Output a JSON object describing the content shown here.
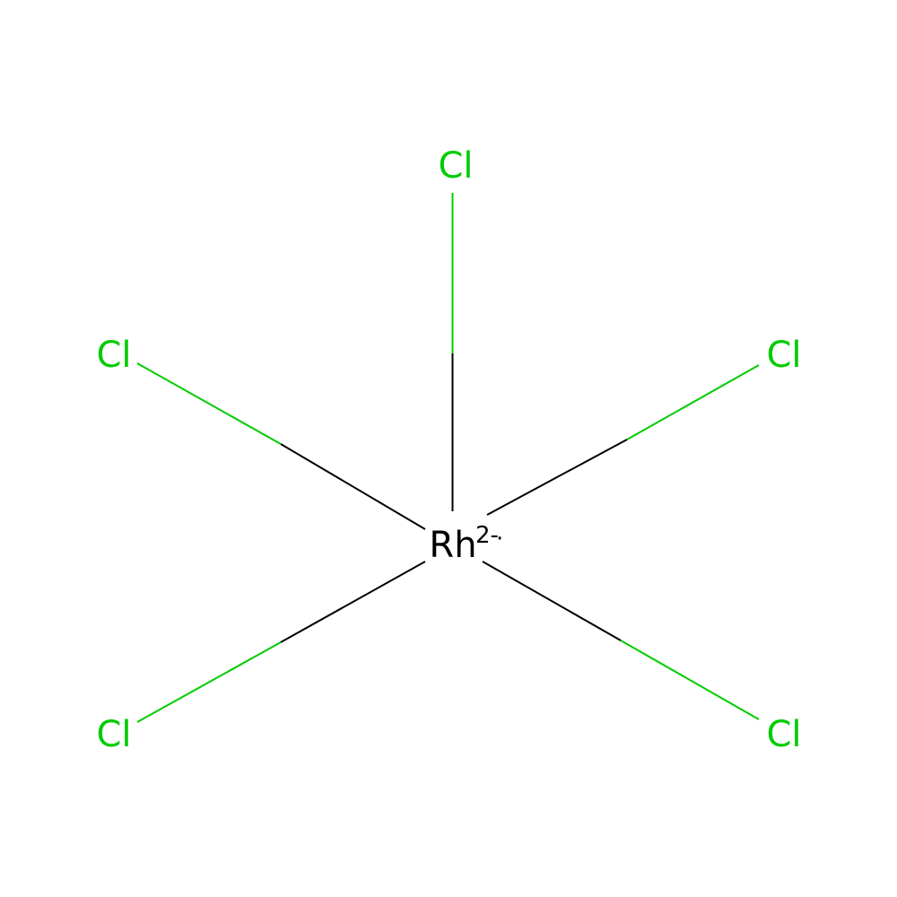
{
  "molecule": {
    "center_atom": {
      "symbol": "Rh",
      "charge": "2-",
      "radical": "·",
      "color": "#000000"
    },
    "ligands": [
      {
        "id": "cl-top",
        "symbol": "Cl",
        "color": "#00CC00"
      },
      {
        "id": "cl-upper-left",
        "symbol": "Cl",
        "color": "#00CC00"
      },
      {
        "id": "cl-upper-right",
        "symbol": "Cl",
        "color": "#00CC00"
      },
      {
        "id": "cl-lower-left",
        "symbol": "Cl",
        "color": "#00CC00"
      },
      {
        "id": "cl-lower-right",
        "symbol": "Cl",
        "color": "#00CC00"
      }
    ],
    "bond_colors": {
      "metal_side": "#000000",
      "ligand_side": "#00CC00"
    }
  }
}
